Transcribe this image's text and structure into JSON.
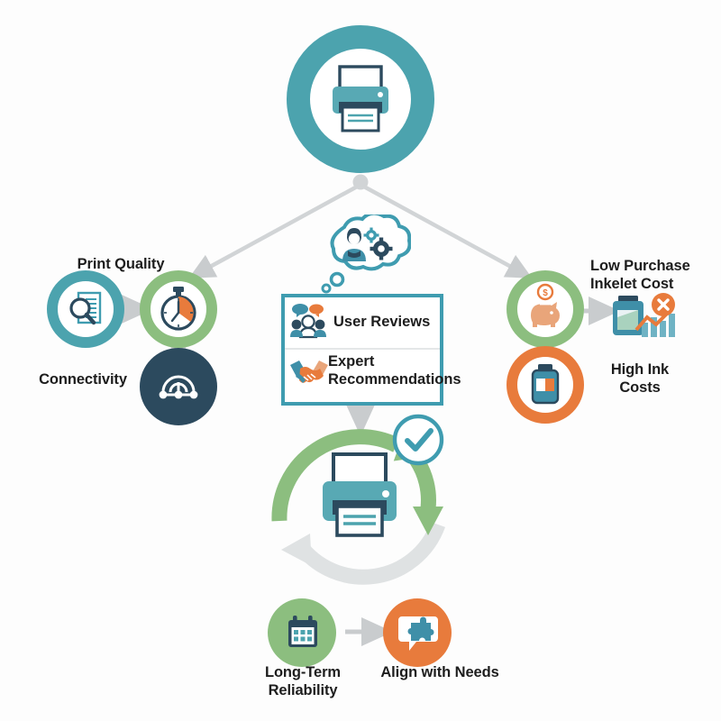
{
  "title": "Printer Purchase Decision Infographic",
  "background": "#fdfdfd",
  "palette": {
    "teal": "#4ca3ae",
    "teal_dark": "#3f9cb0",
    "green": "#8cbe7f",
    "green_light": "#9cc88f",
    "orange": "#e87b3c",
    "navy": "#2c4a5e",
    "navy_deep": "#27455a",
    "gray_arrow": "#c9ccce",
    "gray_light": "#d9dcdd",
    "text": "#1d1d1d",
    "white": "#ffffff"
  },
  "hero": {
    "name": "printer-hero",
    "icon": "printer-icon",
    "ring_color": "#4ca3ae"
  },
  "thought": {
    "name": "thought-bubble",
    "icon": "user-gears-icon",
    "color": "#3f9cb0"
  },
  "left_branch": {
    "label_top": "Print Quality",
    "label_bottom": "Connectivity",
    "nodes": [
      {
        "name": "print-quality-node",
        "icon": "document-magnifier-icon",
        "ring_color": "#4ca3ae"
      },
      {
        "name": "speed-timer-node",
        "icon": "stopwatch-icon",
        "ring_color": "#8cbe7f"
      },
      {
        "name": "connectivity-node",
        "icon": "network-gauge-icon",
        "fill_color": "#2c4a5e"
      }
    ]
  },
  "right_branch": {
    "label_top": "Low Purchase\nInkelet Cost",
    "label_bottom": "High Ink\nCosts",
    "nodes": [
      {
        "name": "low-purchase-cost-node",
        "icon": "piggy-bank-dollar-icon",
        "ring_color": "#8cbe7f"
      },
      {
        "name": "ink-cost-chart-node",
        "icon": "ink-cartridge-chart-decline-icon",
        "accent": "#e87b3c"
      },
      {
        "name": "high-ink-costs-node",
        "icon": "ink-bottle-icon",
        "ring_color": "#e87b3c"
      }
    ]
  },
  "research_card": {
    "name": "research-sources-card",
    "border_color": "#3f9cb0",
    "rows": [
      {
        "icon": "user-reviews-icon",
        "label": "User Reviews"
      },
      {
        "icon": "handshake-icon",
        "label": "Expert\nRecommendations"
      }
    ]
  },
  "cycle": {
    "name": "selection-cycle",
    "printer_icon": "printer-icon",
    "check_icon": "check-circle-icon",
    "arc_green": "#8cbe7f",
    "arc_gray": "#dfe2e3",
    "check_color": "#3f9cb0"
  },
  "outcomes": [
    {
      "name": "long-term-reliability-node",
      "icon": "calendar-icon",
      "fill_color": "#8cbe7f",
      "label": "Long-Term\nReliability"
    },
    {
      "name": "align-with-needs-node",
      "icon": "puzzle-chat-icon",
      "fill_color": "#e87b3c",
      "label": "Align with Needs"
    }
  ],
  "connectors": [
    {
      "name": "hub-to-left-arrow",
      "color": "#c9ccce"
    },
    {
      "name": "hub-to-right-arrow",
      "color": "#c9ccce"
    },
    {
      "name": "print-quality-to-timer-arrow",
      "color": "#c9ccce"
    },
    {
      "name": "timer-to-connectivity-arrow",
      "color": "#c9ccce"
    },
    {
      "name": "piggy-to-chart-arrow",
      "color": "#c9ccce"
    },
    {
      "name": "piggy-to-ink-arrow",
      "color": "#c9ccce"
    },
    {
      "name": "card-to-cycle-arrow",
      "color": "#c9ccce"
    },
    {
      "name": "reliability-to-align-arrow",
      "color": "#c9ccce"
    }
  ]
}
